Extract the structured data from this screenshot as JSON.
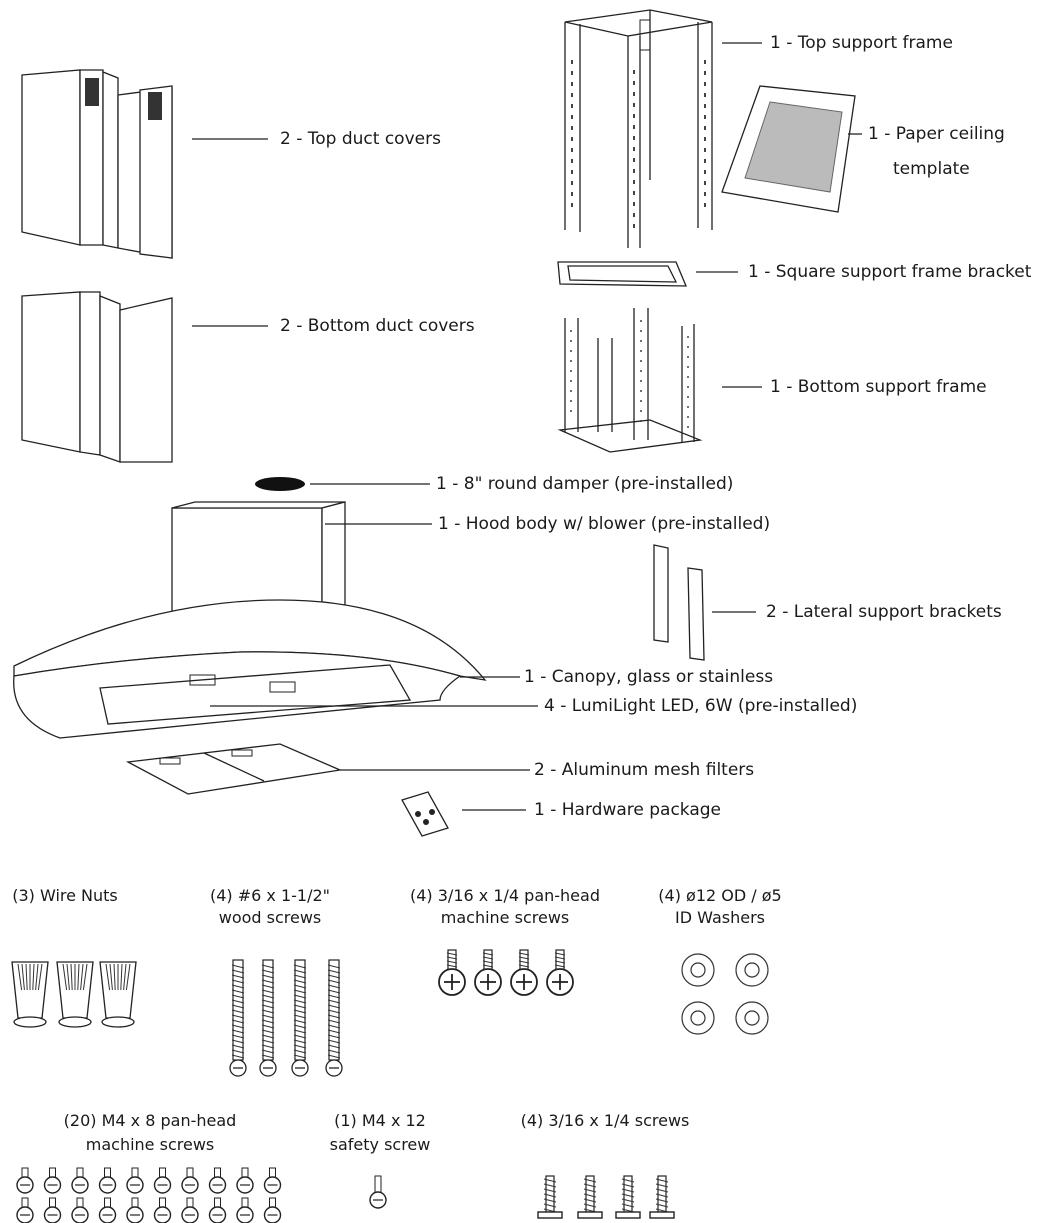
{
  "parts": {
    "top_duct_covers": "2 - Top duct covers",
    "bottom_duct_covers": "2 - Bottom duct covers",
    "top_support_frame": "1 - Top support frame",
    "paper_template_line1": "1 - Paper ceiling",
    "paper_template_line2": "template",
    "square_bracket": "1 - Square support frame bracket",
    "bottom_support_frame": "1 - Bottom support frame",
    "round_damper": "1 - 8\" round damper (pre-installed)",
    "hood_body": "1 - Hood body w/ blower (pre-installed)",
    "lateral_brackets": "2 - Lateral support brackets",
    "canopy": "1 - Canopy, glass or stainless",
    "led": "4 - LumiLight LED, 6W (pre-installed)",
    "filters": "2 - Aluminum mesh filters",
    "hardware": "1 - Hardware package"
  },
  "hardware": {
    "wire_nuts": "(3) Wire Nuts",
    "wood_screws_l1": "(4) #6 x 1-1/2\"",
    "wood_screws_l2": "wood screws",
    "pan_head_l1": "(4) 3/16 x 1/4 pan-head",
    "pan_head_l2": "machine screws",
    "washers_l1": "(4)  ø12 OD / ø5",
    "washers_l2": "ID Washers",
    "m4x8_l1": "(20) M4 x 8 pan-head",
    "m4x8_l2": "machine screws",
    "m4x12_l1": "(1) M4 x 12",
    "m4x12_l2": "safety screw",
    "short_screws": "(4) 3/16 x 1/4 screws"
  }
}
